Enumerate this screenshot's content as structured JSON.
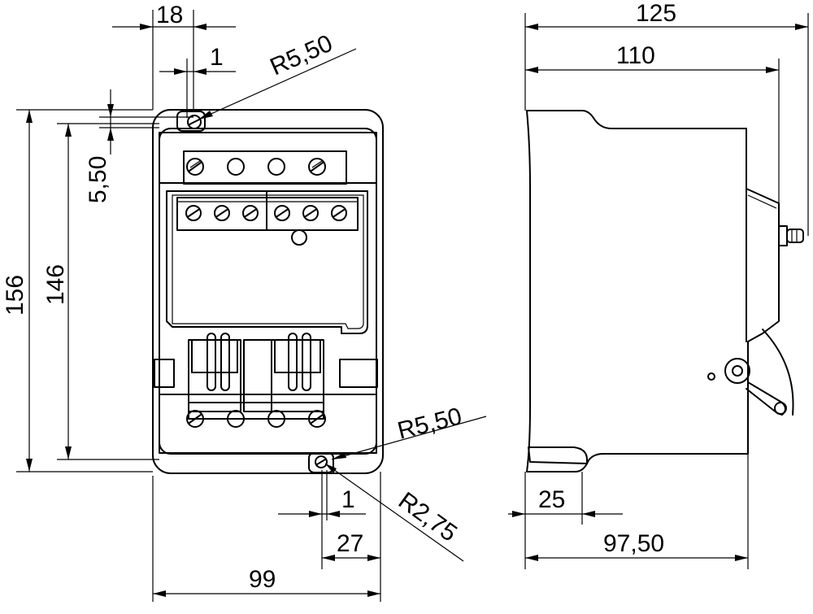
{
  "dimensions": {
    "front_top_width": "18",
    "front_top_offset": "1",
    "radius_top": "R5,50",
    "hole_offset": "5,50",
    "overall_height": "156",
    "inner_height": "146",
    "radius_bottom_large": "R5,50",
    "radius_bottom_small": "R2,75",
    "bottom_offset": "1",
    "bottom_hole_spacing": "27",
    "overall_width": "99",
    "side_overall_depth": "125",
    "side_depth": "110",
    "side_foot": "25",
    "side_base_depth": "97,50"
  }
}
